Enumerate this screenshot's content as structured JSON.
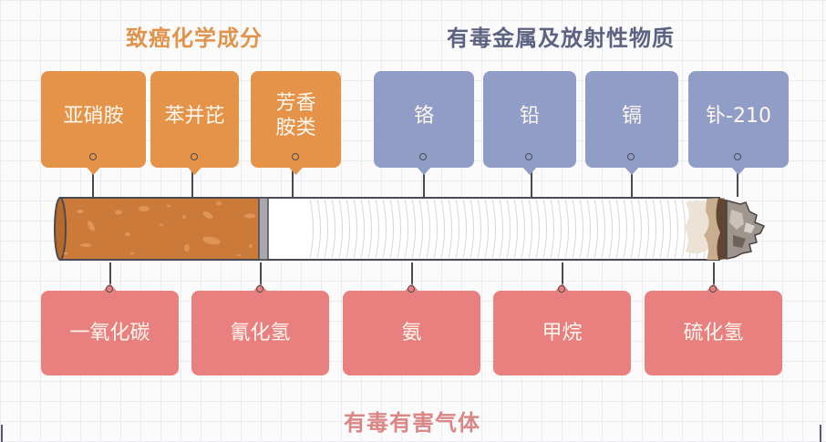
{
  "headings": {
    "carcinogens": "致癌化学成分",
    "metals": "有毒金属及放射性物质",
    "gases": "有毒有害气体"
  },
  "colors": {
    "carcinogens": "#e59348",
    "carcinogens_title": "#e0934a",
    "metals": "#8f9dc7",
    "metals_title": "#5c6280",
    "gases": "#e98080",
    "gases_title": "#d98684",
    "filter": "#cc7a3a",
    "paper": "#ffffff",
    "outline": "#4a4a55"
  },
  "carcinogens": [
    {
      "label": "亚硝胺"
    },
    {
      "label": "苯并芘"
    },
    {
      "label": "芳香\n胺类"
    }
  ],
  "metals": [
    {
      "label": "铬"
    },
    {
      "label": "铅"
    },
    {
      "label": "镉"
    },
    {
      "label": "钋-210"
    }
  ],
  "gases": [
    {
      "label": "一氧化碳"
    },
    {
      "label": "氰化氢"
    },
    {
      "label": "氨"
    },
    {
      "label": "甲烷"
    },
    {
      "label": "硫化氢"
    }
  ],
  "illustration": {
    "subject": "cigarette",
    "parts": [
      "filter",
      "paper",
      "burning-ash"
    ]
  }
}
